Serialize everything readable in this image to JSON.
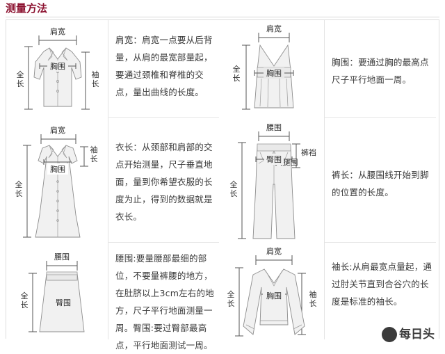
{
  "page": {
    "title": "测量方法",
    "accent_color": "#8c1230",
    "border_color": "#dcdcdc",
    "text_color": "#3a3a3a",
    "garment_fill": "#f1f1f1"
  },
  "sections": [
    {
      "id": "jacket",
      "figure_name": "jacket-diagram",
      "labels": {
        "shoulder": "肩宽",
        "bust": "胸围",
        "sleeve": "袖长",
        "total_length": "全长"
      },
      "description": "肩宽：肩宽一点要从后背量，从肩的最宽部量起，要通过颈椎和脊椎的交点，量出曲线的长度。"
    },
    {
      "id": "tank-top",
      "figure_name": "tanktop-diagram",
      "labels": {
        "shoulder": "肩宽",
        "bust": "胸围",
        "total_length": "全长"
      },
      "description": "胸围：要通过胸的最高点尺子平行地面一周。"
    },
    {
      "id": "dress",
      "figure_name": "dress-diagram",
      "labels": {
        "shoulder": "肩宽",
        "bust": "胸围",
        "sleeve": "袖长",
        "total_length": "全长"
      },
      "description": "衣长：从颈部和肩部的交点开始测量，尺子垂直地面，量到你希望衣服的长度为止，得到的数据就是衣长。"
    },
    {
      "id": "pants",
      "figure_name": "pants-diagram",
      "labels": {
        "waist": "腰围",
        "hip": "臀围",
        "crotch": "裤裆",
        "thigh": "大腿围",
        "total_length": "全长"
      },
      "description": "裤长：从腰围线开始到脚的位置的长度。"
    },
    {
      "id": "skirt",
      "figure_name": "skirt-diagram",
      "labels": {
        "waist": "腰围",
        "hip": "臀围",
        "total_length": "全长"
      },
      "description": "腰围:要量腰部最细的部位，不要量裤腰的地方，在肚脐以上3cm左右的地方，尺子平行地面测量一周。臀围:要过臀部最高点，平行地面测试一周。"
    },
    {
      "id": "sweater",
      "figure_name": "sweater-diagram",
      "labels": {
        "shoulder": "肩宽",
        "bust": "胸围",
        "sleeve": "袖长",
        "total_length": "全长"
      },
      "description": "袖长:从肩最宽点量起，通过肘关节直到合谷穴的长度是标准的袖长。"
    }
  ],
  "watermark": {
    "text": "每日头"
  }
}
